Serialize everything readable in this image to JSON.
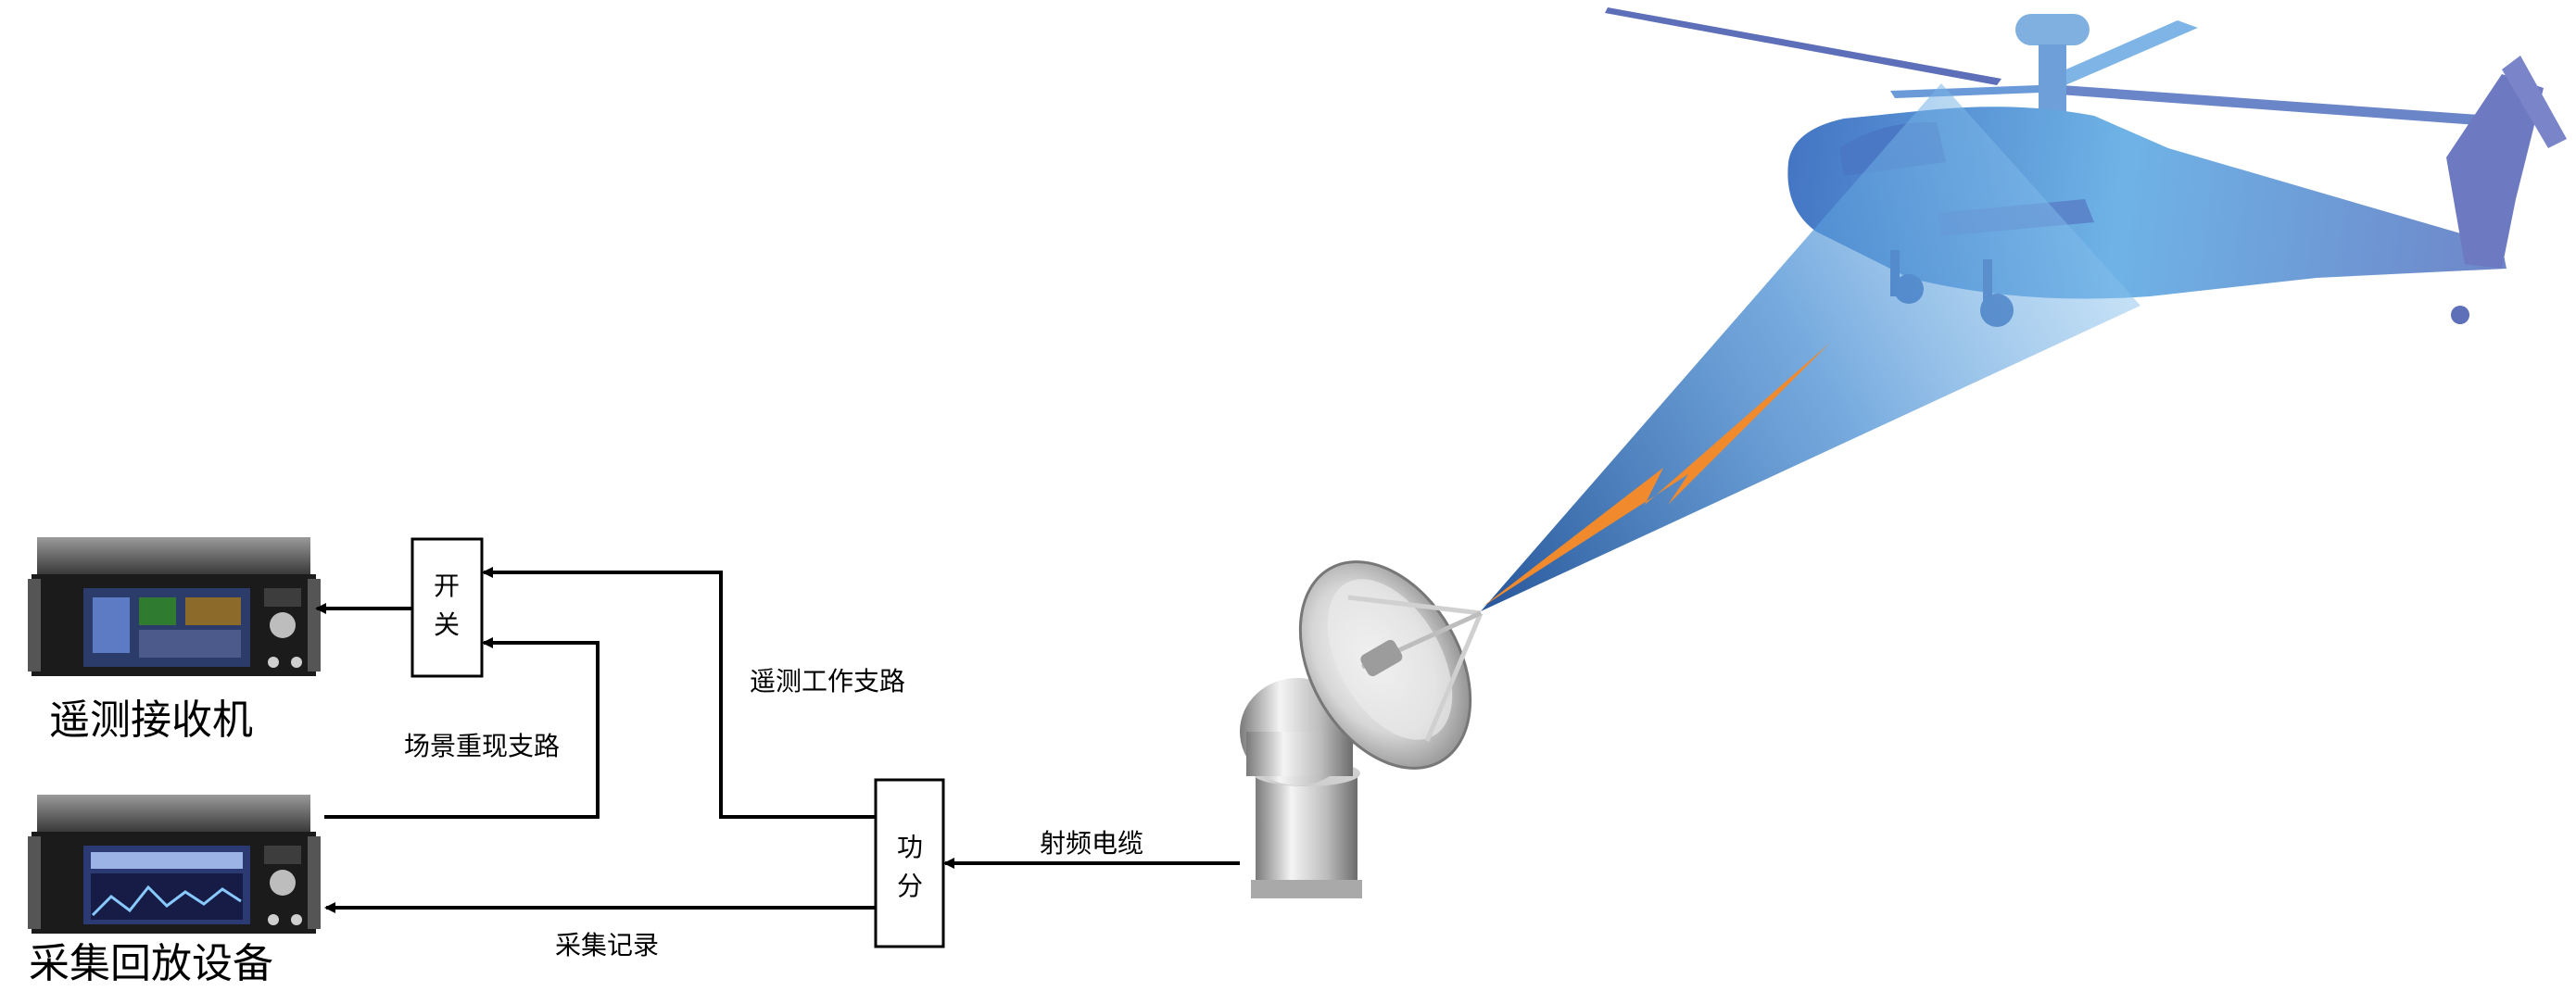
{
  "devices": {
    "receiver_label": "遥测接收机",
    "recorder_label": "采集回放设备"
  },
  "blocks": {
    "switch_line1": "开",
    "switch_line2": "关",
    "splitter_line1": "功",
    "splitter_line2": "分"
  },
  "paths": {
    "scene_replay": "场景重现支路",
    "telemetry_work": "遥测工作支路",
    "rf_cable": "射频电缆",
    "capture_record": "采集记录"
  },
  "colors": {
    "line": "#000000",
    "beam": "#2f6fb5",
    "lightning": "#f08a2c",
    "helicopter": "#5b8fd0",
    "panel": "#1b1b1b"
  },
  "icons": {
    "receiver": "rack-instrument-icon",
    "recorder": "rack-instrument-icon",
    "antenna": "satellite-dish-antenna-icon",
    "aircraft": "helicopter-silhouette-icon"
  }
}
